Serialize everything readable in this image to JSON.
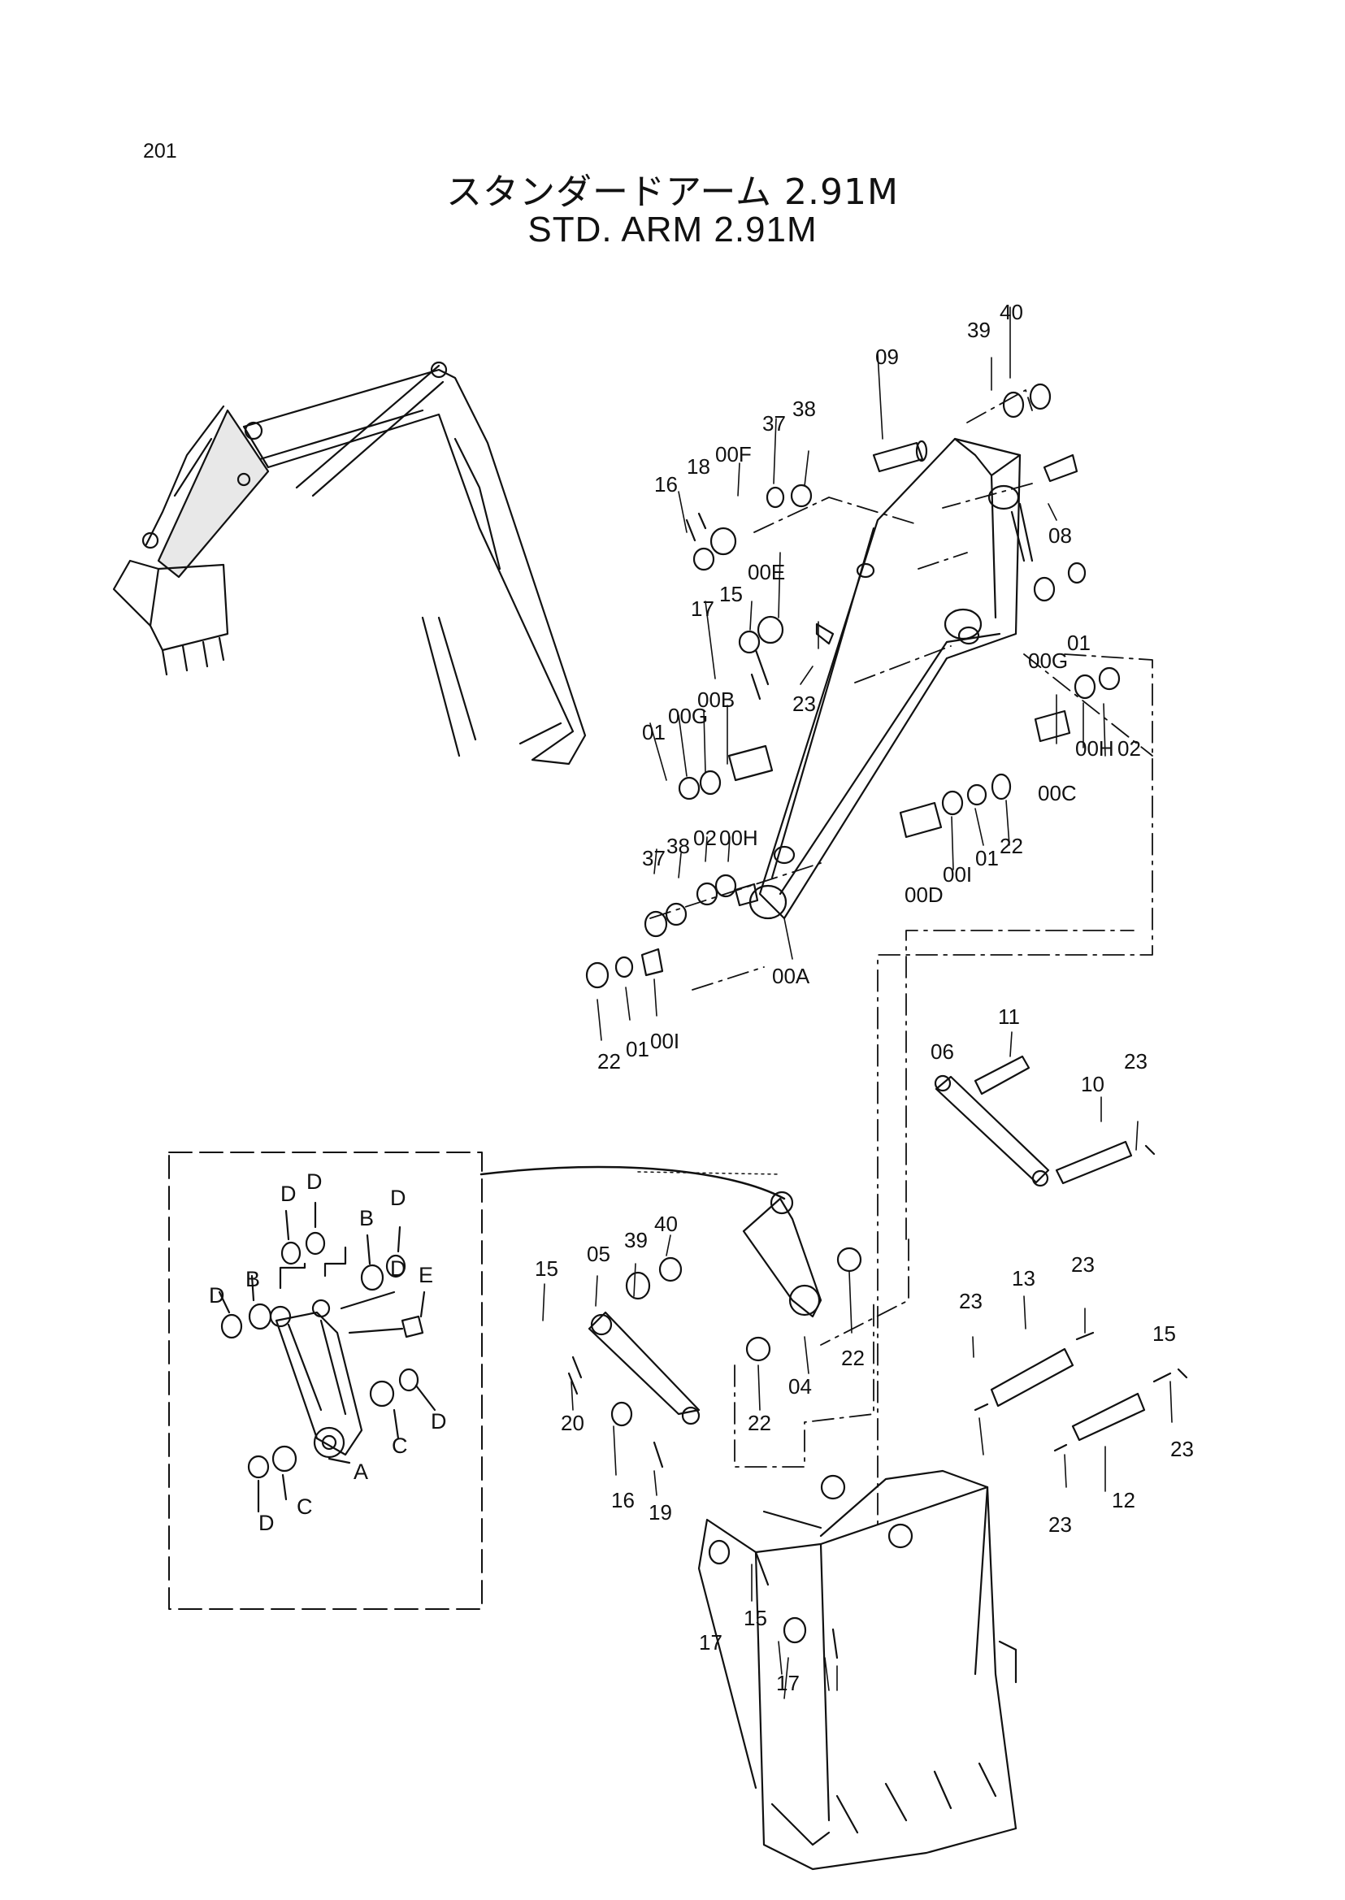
{
  "page_number": "201",
  "title_jp": "スタンダードアーム 2.91M",
  "title_en": "STD. ARM 2.91M",
  "callouts": [
    "40",
    "39",
    "09",
    "38",
    "37",
    "00F",
    "18",
    "16",
    "08",
    "00E",
    "15",
    "17",
    "00G",
    "01",
    "23",
    "00B",
    "00G",
    "01",
    "02",
    "00H",
    "00C",
    "01",
    "00I",
    "22",
    "37",
    "38",
    "02",
    "00H",
    "00D",
    "00A",
    "22",
    "01",
    "00I",
    "11",
    "06",
    "10",
    "23",
    "05",
    "39",
    "40",
    "15",
    "20",
    "04",
    "22",
    "22",
    "16",
    "19",
    "23",
    "13",
    "23",
    "12",
    "23",
    "23",
    "15",
    "17",
    "15",
    "17"
  ],
  "detail_letters": [
    "D",
    "D",
    "D",
    "B",
    "D",
    "B",
    "E",
    "D",
    "C",
    "D",
    "A",
    "C",
    "D"
  ]
}
